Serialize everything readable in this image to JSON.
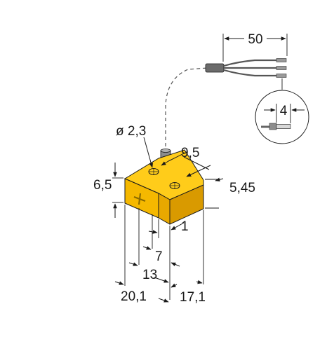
{
  "diagram": {
    "dimensions": {
      "cable_strip_length": "50",
      "wire_strip_length": "4",
      "hole_diameter": "ø 2,3",
      "hole_spacing": "9,5",
      "height_front": "6,5",
      "height_side": "5,45",
      "step": "1",
      "offset_7": "7",
      "offset_13": "13",
      "total_width": "20,1",
      "depth": "17,1"
    },
    "colors": {
      "housing_face": "#f5b800",
      "housing_top": "#ffcc1a",
      "housing_side": "#d99a00",
      "outline": "#1a1a1a",
      "cable": "#6b6b6b",
      "cable_light": "#9a9a9a",
      "sensor_rod": "#8c8c8c"
    }
  }
}
